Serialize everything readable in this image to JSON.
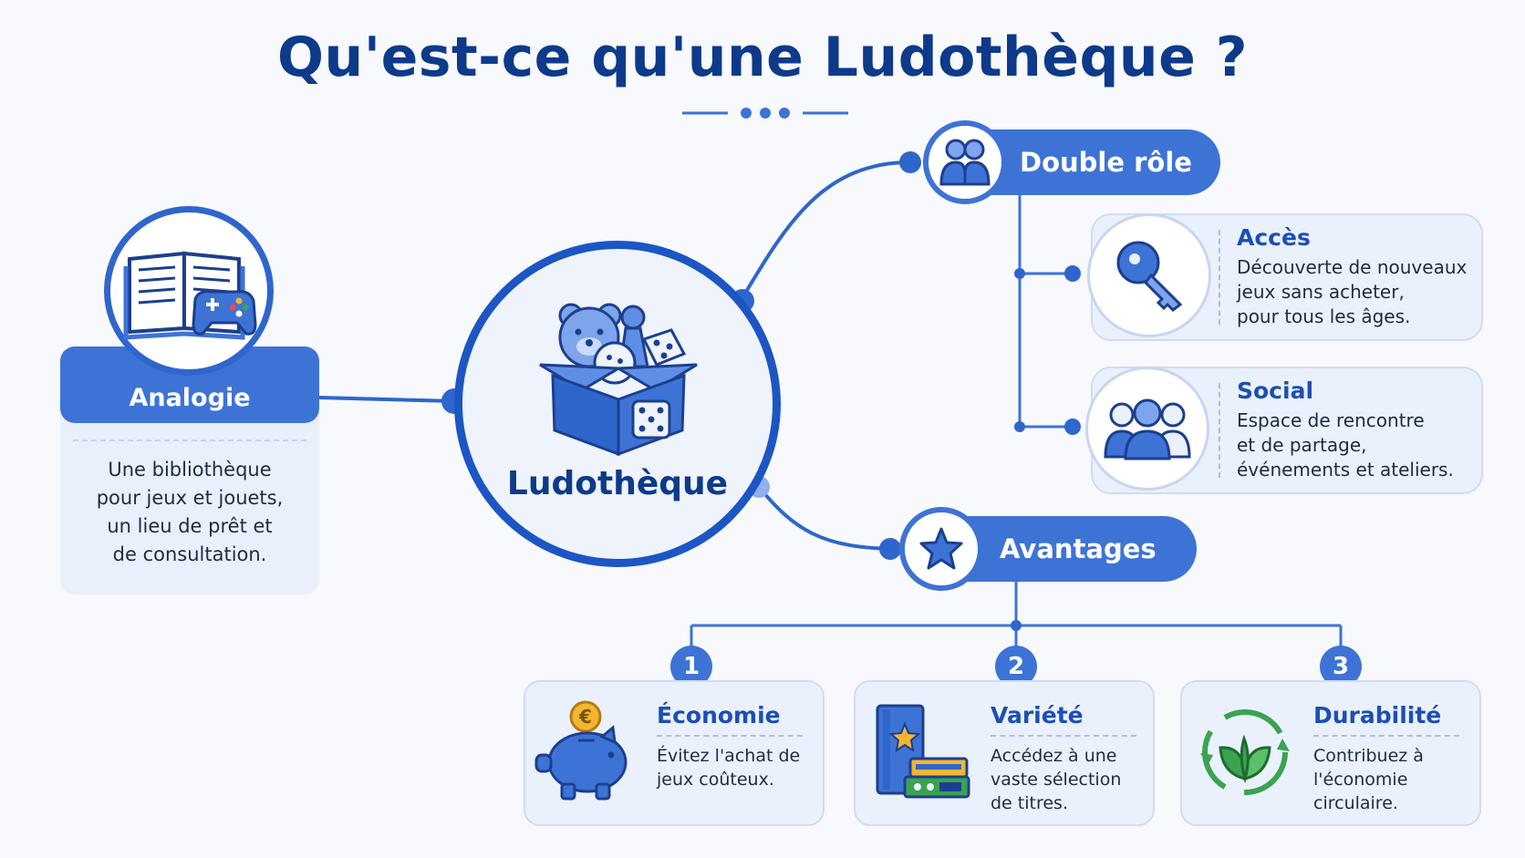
{
  "title": "Qu'est-ce qu'une Ludothèque ?",
  "center": {
    "label": "Ludothèque",
    "icon": "toy-box-icon"
  },
  "analogy": {
    "heading": "Analogie",
    "text": [
      "Une bibliothèque",
      "pour jeux et jouets,",
      "un lieu de prêt et",
      "de consultation."
    ],
    "icon": "book-gamepad-icon"
  },
  "double_role": {
    "heading": "Double rôle",
    "icon": "people-icon",
    "items": [
      {
        "title": "Accès",
        "lines": [
          "Découverte de nouveaux",
          "jeux sans acheter,",
          "pour tous les âges."
        ],
        "icon": "key-icon"
      },
      {
        "title": "Social",
        "lines": [
          "Espace de rencontre",
          "et de partage,",
          "événements et ateliers."
        ],
        "icon": "group-icon"
      }
    ]
  },
  "advantages": {
    "heading": "Avantages",
    "icon": "star-icon",
    "items": [
      {
        "number": "1",
        "title": "Économie",
        "lines": [
          "Évitez l'achat de",
          "jeux coûteux."
        ],
        "icon": "piggy-bank-icon",
        "coin": "€"
      },
      {
        "number": "2",
        "title": "Variété",
        "lines": [
          "Accédez à une",
          "vaste sélection",
          "de titres."
        ],
        "icon": "game-boxes-icon"
      },
      {
        "number": "3",
        "title": "Durabilité",
        "lines": [
          "Contribuez à",
          "l'économie",
          "circulaire."
        ],
        "icon": "recycle-leaf-icon"
      }
    ]
  },
  "colors": {
    "primary": "#3e73d6",
    "dark": "#0d3a8a",
    "card": "#eaf1fc",
    "green": "#3aa350",
    "gold": "#f2b630"
  }
}
